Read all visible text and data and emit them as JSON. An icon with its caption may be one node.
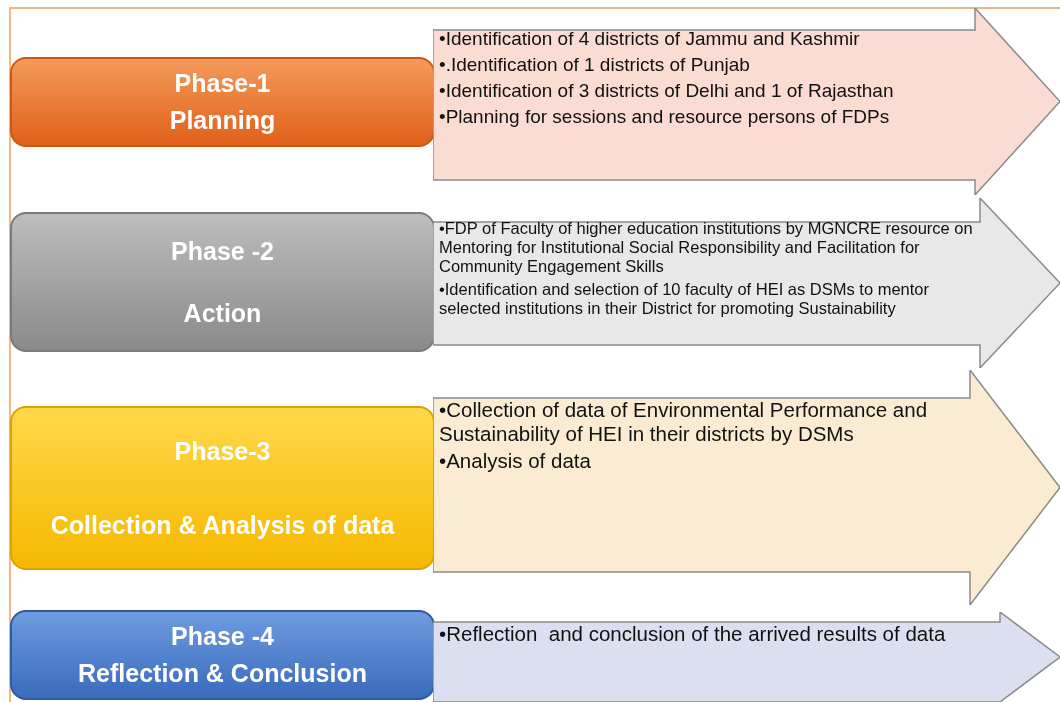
{
  "diagram": {
    "nodes": [
      {
        "text": [
          "Phase-1",
          "Planning"
        ]
      },
      {
        "text": [
          "•Identification of 4 districts of Jammu and Kashmir",
          "•.Identification of 1 districts of Punjab",
          "•Identification of 3 districts of Delhi and 1 of Rajasthan",
          "•Planning for sessions and resource persons of FDPs"
        ]
      },
      {
        "text": [
          "Phase -2",
          "Action"
        ]
      },
      {
        "text": [
          "•FDP of Faculty of higher education institutions by MGNCRE resource on Mentoring for Institutional Social Responsibility and Facilitation for Community Engagement Skills",
          "•Identification and selection of 10 faculty of HEI as DSMs to mentor selected institutions in their District for promoting Sustainability"
        ]
      },
      {
        "text": [
          "Phase-3",
          "Collection & Analysis of data"
        ]
      },
      {
        "text": [
          "•Collection of data of Environmental Performance and Sustainability of HEI in their districts by DSMs",
          "•Analysis of data"
        ]
      },
      {
        "text": [
          "Phase -4",
          "Reflection & Conclusion"
        ]
      },
      {
        "text": [
          "•Reflection  and conclusion of the arrived results of data"
        ]
      }
    ]
  }
}
